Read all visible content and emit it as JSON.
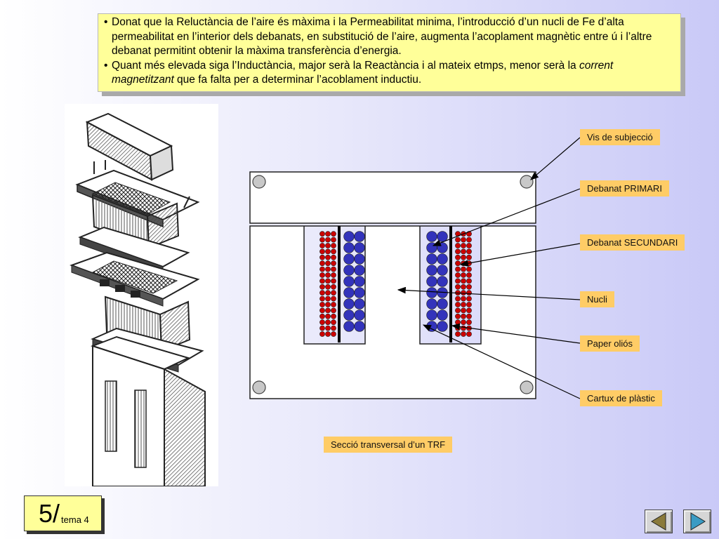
{
  "note": {
    "bullet1": "Donat que la Reluctància de l’aire és màxima i la Permeabilitat minima, l’introducció d’un nucli de Fe d’alta permeabilitat en l’interior dels debanats, en substitució de l’aire, augmenta l’acoplament magnètic entre ú i l’altre debanat permitint obtenir la màxima transferència d’energia.",
    "bullet2_a": "Quant més elevada siga l’Inductància, major serà la Reactància i al mateix etmps, menor serà la ",
    "bullet2_em": "corrent magnetitzant",
    "bullet2_b": " que fa falta per a determinar l’acoblament inductiu."
  },
  "labels": {
    "vis": "Vis de subjecció",
    "primari": "Debanat PRIMARI",
    "secundari": "Debanat SECUNDARI",
    "nucli": "Nucli",
    "paper": "Paper oliós",
    "cartux": "Cartux de plàstic",
    "caption": "Secció transversal d’un TRF"
  },
  "slide": {
    "number": "5/",
    "subtitle": "tema 4"
  },
  "colors": {
    "primary_winding": "#3333bb",
    "secondary_winding": "#cc0000",
    "label_bg": "#ffcc66",
    "note_bg": "#ffff99"
  },
  "icons": {
    "prev": "left-triangle-icon",
    "next": "right-triangle-icon"
  }
}
